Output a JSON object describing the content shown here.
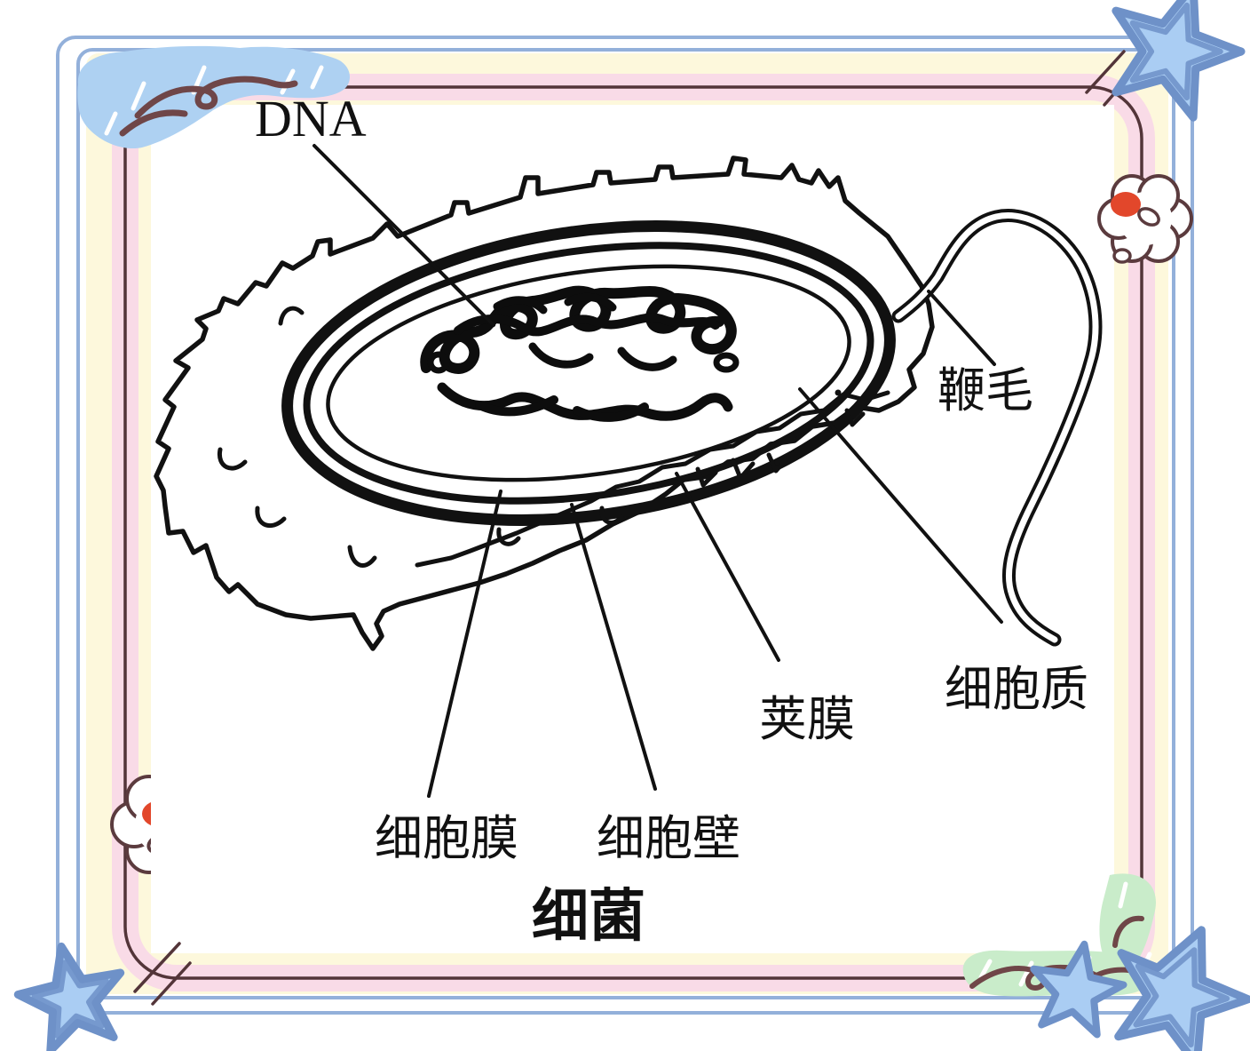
{
  "title": "细菌",
  "diagram": {
    "organism": "细菌",
    "labels": {
      "dna": "DNA",
      "flagellum": "鞭毛",
      "cytoplasm": "细胞质",
      "capsule": "荚膜",
      "cell_membrane": "细胞膜",
      "cell_wall": "细胞壁"
    }
  },
  "decorations": {
    "top_left": "cloud-doodle-icon",
    "top_right": "star-icon",
    "bottom_left": "star-icon",
    "bottom_right": [
      "leaf-doodle-icon",
      "star-icon",
      "star-icon"
    ],
    "left_edge": "flower-icon",
    "right_edge": "flower-icon"
  },
  "colors": {
    "ink": "#111111",
    "frame_blue": "#93b0da",
    "band_yellow": "#fdf8dc",
    "band_pink": "#f9dbe7",
    "line_brown": "#533539",
    "star_blue": "#aacdf3",
    "star_outline": "#6e91c8",
    "cloud_blue": "#aed1f2",
    "leaf_green": "#c9ecca",
    "flower_red": "#e2472b"
  }
}
